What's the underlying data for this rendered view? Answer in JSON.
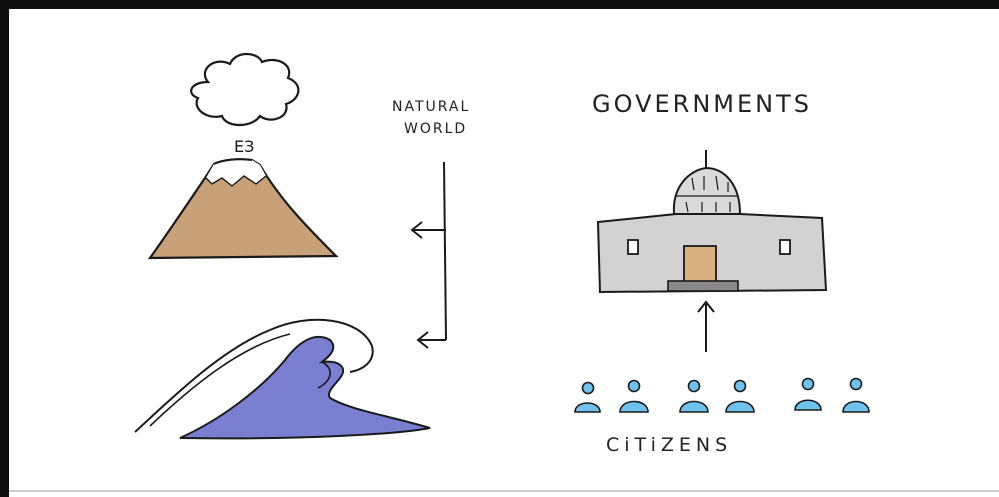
{
  "labels": {
    "natural_line1": "NATURAL",
    "natural_line2": "WORLD",
    "governments": "GOVERNMENTS",
    "citizens": "CiTiZENS"
  },
  "colors": {
    "frame": "#0d0d0d",
    "mountain_fill": "#c9a178",
    "wave_fill": "#7b7fd2",
    "building_fill": "#d2d2d2",
    "dome_fill": "#dadada",
    "door_fill": "#d9b07f",
    "steps_fill": "#8a8a8a",
    "citizen_fill": "#6fc2ec",
    "ink": "#1a1a1a"
  },
  "icons": [
    "cloud",
    "volcano",
    "wave",
    "capitol-building",
    "citizen-person",
    "arrow"
  ]
}
